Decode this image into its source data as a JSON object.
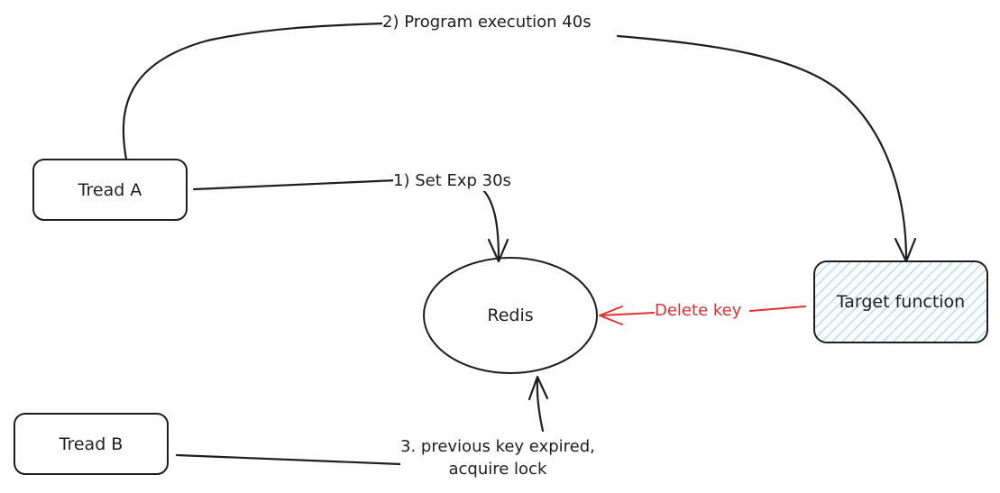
{
  "nodes": {
    "thread_a": "Tread A",
    "thread_b": "Tread B",
    "redis": "Redis",
    "target": "Target function"
  },
  "edges": {
    "set_exp": "1) Set Exp 30s",
    "program_execution": "2) Program execution 40s",
    "delete_key": "Delete key",
    "key_expired": "3. previous key expired,\nacquire lock"
  },
  "colors": {
    "stroke": "#1e1e1e",
    "delete_arrow": "#e03131",
    "target_hatch": "#a5d8ff",
    "background": "#ffffff"
  }
}
